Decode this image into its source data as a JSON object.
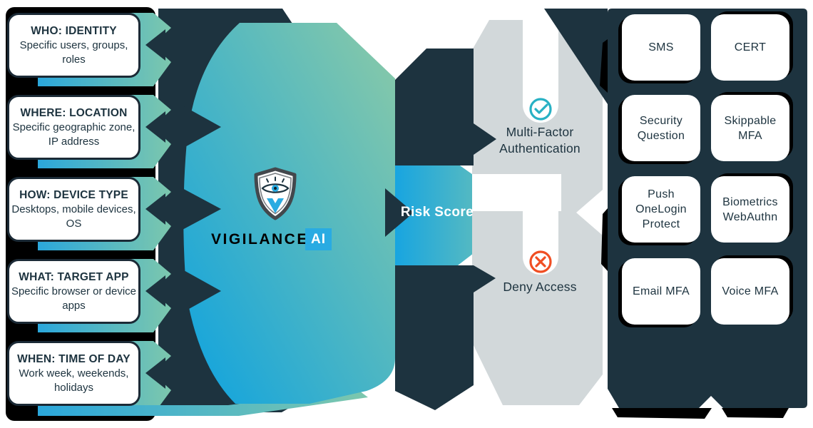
{
  "diagram": {
    "factors": [
      {
        "title": "WHO: IDENTITY",
        "desc": "Specific users, groups, roles"
      },
      {
        "title": "WHERE: LOCATION",
        "desc": "Specific geographic zone, IP address"
      },
      {
        "title": "HOW: DEVICE TYPE",
        "desc": "Desktops, mobile devices, OS"
      },
      {
        "title": "WHAT: TARGET APP",
        "desc": "Specific browser or device apps"
      },
      {
        "title": "WHEN: TIME OF DAY",
        "desc": "Work week, weekends, holidays"
      }
    ],
    "engine": {
      "brand": "VIGILANCE",
      "badge": "AI"
    },
    "arrow_label": "Risk Score",
    "outcomes": [
      {
        "label": "Multi-Factor Authentication",
        "icon": "check-circle-icon"
      },
      {
        "label": "Deny Access",
        "icon": "x-circle-icon"
      }
    ],
    "methods": [
      "SMS",
      "CERT",
      "Security Question",
      "Skippable MFA",
      "Push OneLogin Protect",
      "Biometrics WebAuthn",
      "Email MFA",
      "Voice MFA"
    ],
    "colors": {
      "navy": "#1d333f",
      "black": "#000000",
      "gray": "#d2d8da",
      "brand_blue": "#29abe2",
      "gradient_blue": "#0da2e0",
      "gradient_green": "#8bcaa7",
      "check_teal": "#28b1c4",
      "deny_orange": "#f04e23"
    }
  }
}
